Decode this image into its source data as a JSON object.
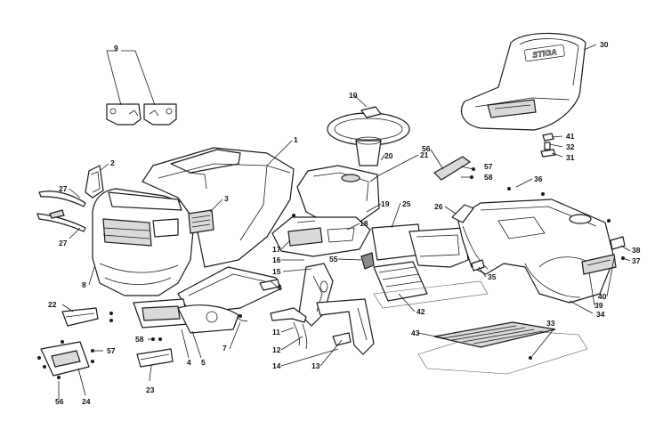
{
  "diagram": {
    "brand_mark": "STIGA",
    "callouts": [
      {
        "id": "c1",
        "label": "1"
      },
      {
        "id": "c2",
        "label": "2"
      },
      {
        "id": "c3",
        "label": "3"
      },
      {
        "id": "c4",
        "label": "4"
      },
      {
        "id": "c5",
        "label": "5"
      },
      {
        "id": "c6",
        "label": "6"
      },
      {
        "id": "c7",
        "label": "7"
      },
      {
        "id": "c8",
        "label": "8"
      },
      {
        "id": "c9",
        "label": "9"
      },
      {
        "id": "c10",
        "label": "10"
      },
      {
        "id": "c11",
        "label": "11"
      },
      {
        "id": "c12",
        "label": "12"
      },
      {
        "id": "c13",
        "label": "13"
      },
      {
        "id": "c14",
        "label": "14"
      },
      {
        "id": "c15",
        "label": "15"
      },
      {
        "id": "c16",
        "label": "16"
      },
      {
        "id": "c17",
        "label": "17"
      },
      {
        "id": "c18",
        "label": "18"
      },
      {
        "id": "c19",
        "label": "19"
      },
      {
        "id": "c20",
        "label": "20"
      },
      {
        "id": "c21",
        "label": "21"
      },
      {
        "id": "c22",
        "label": "22"
      },
      {
        "id": "c23",
        "label": "23"
      },
      {
        "id": "c24",
        "label": "24"
      },
      {
        "id": "c25",
        "label": "25"
      },
      {
        "id": "c26",
        "label": "26"
      },
      {
        "id": "c27a",
        "label": "27"
      },
      {
        "id": "c27b",
        "label": "27"
      },
      {
        "id": "c30",
        "label": "30"
      },
      {
        "id": "c31",
        "label": "31"
      },
      {
        "id": "c32",
        "label": "32"
      },
      {
        "id": "c33",
        "label": "33"
      },
      {
        "id": "c34",
        "label": "34"
      },
      {
        "id": "c35",
        "label": "35"
      },
      {
        "id": "c36",
        "label": "36"
      },
      {
        "id": "c37",
        "label": "37"
      },
      {
        "id": "c38",
        "label": "38"
      },
      {
        "id": "c39",
        "label": "39"
      },
      {
        "id": "c40",
        "label": "40"
      },
      {
        "id": "c41",
        "label": "41"
      },
      {
        "id": "c42",
        "label": "42"
      },
      {
        "id": "c43",
        "label": "43"
      },
      {
        "id": "c55",
        "label": "55"
      },
      {
        "id": "c56a",
        "label": "56"
      },
      {
        "id": "c56b",
        "label": "56"
      },
      {
        "id": "c57a",
        "label": "57"
      },
      {
        "id": "c57b",
        "label": "57"
      },
      {
        "id": "c58a",
        "label": "58"
      },
      {
        "id": "c58b",
        "label": "58"
      }
    ]
  }
}
